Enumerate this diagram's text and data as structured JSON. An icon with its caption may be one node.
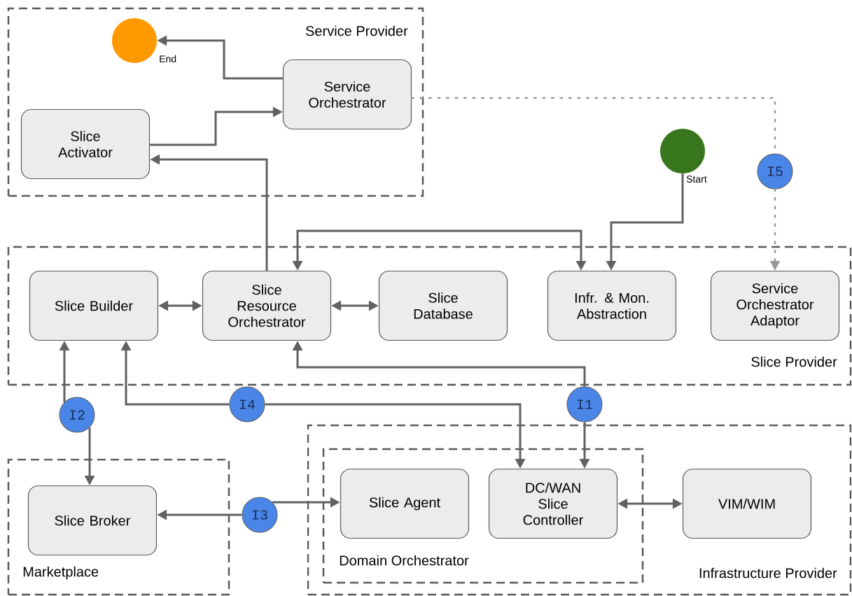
{
  "diagram": {
    "nodes": [
      {
        "text": [
          "Service Provider"
        ]
      },
      {
        "text": [],
        "shape": "circle",
        "in": 0,
        "beside": [
          "End"
        ]
      },
      {
        "text": [
          "Service Orchestrator"
        ],
        "in": 0
      },
      {
        "text": [
          "Slice Activator"
        ],
        "in": 0
      },
      {
        "text": [],
        "shape": "circle",
        "beside": [
          "Start"
        ]
      },
      {
        "text": [
          "I5"
        ]
      },
      {
        "text": [
          "Slice Provider"
        ]
      },
      {
        "text": [
          "Slice Builder"
        ],
        "in": 6
      },
      {
        "text": [
          "Slice Resource Orchestrator"
        ],
        "in": 6
      },
      {
        "text": [
          "Slice Database"
        ],
        "in": 6
      },
      {
        "text": [
          "Infr. & Mon. Abstraction"
        ],
        "in": 6
      },
      {
        "text": [
          "Service Orchestrator Adaptor"
        ],
        "in": 6
      },
      {
        "text": [
          "I2"
        ]
      },
      {
        "text": [
          "I4"
        ]
      },
      {
        "text": [
          "I1"
        ]
      },
      {
        "text": [
          "Marketplace"
        ]
      },
      {
        "text": [
          "Slice Broker"
        ],
        "in": 15
      },
      {
        "text": [
          "I3"
        ]
      },
      {
        "text": [
          "Infrastructure Provider"
        ]
      },
      {
        "text": [
          "Domain Orchestrator"
        ],
        "in": 18
      },
      {
        "text": [
          "Slice Agent"
        ],
        "in": 19
      },
      {
        "text": [
          "DC/WAN Slice Controller"
        ],
        "in": 19
      },
      {
        "text": [
          "VIM/WIM"
        ],
        "in": 18
      }
    ],
    "edges": [
      {
        "from": 2,
        "to": 1,
        "arrow": "to"
      },
      {
        "from": 3,
        "to": 2,
        "arrow": "to"
      },
      {
        "from": 8,
        "to": 3,
        "arrow": "to"
      },
      {
        "from": 2,
        "to": 5,
        "arrow": "none",
        "style": "dashed"
      },
      {
        "from": 5,
        "to": 11,
        "arrow": "to",
        "style": "dashed"
      },
      {
        "from": 4,
        "to": 10,
        "arrow": "to"
      },
      {
        "from": 8,
        "to": 10,
        "arrow": "both"
      },
      {
        "from": 7,
        "to": 8,
        "arrow": "both"
      },
      {
        "from": 8,
        "to": 9,
        "arrow": "both"
      },
      {
        "from": 12,
        "to": 7,
        "arrow": "to"
      },
      {
        "from": 12,
        "to": 16,
        "arrow": "to"
      },
      {
        "from": 13,
        "to": 7,
        "arrow": "to"
      },
      {
        "from": 13,
        "to": 21,
        "arrow": "to"
      },
      {
        "from": 14,
        "to": 8,
        "arrow": "to"
      },
      {
        "from": 14,
        "to": 21,
        "arrow": "to"
      },
      {
        "from": 17,
        "to": 16,
        "arrow": "to"
      },
      {
        "from": 17,
        "to": 20,
        "arrow": "to"
      },
      {
        "from": 21,
        "to": 22,
        "arrow": "both"
      }
    ]
  }
}
